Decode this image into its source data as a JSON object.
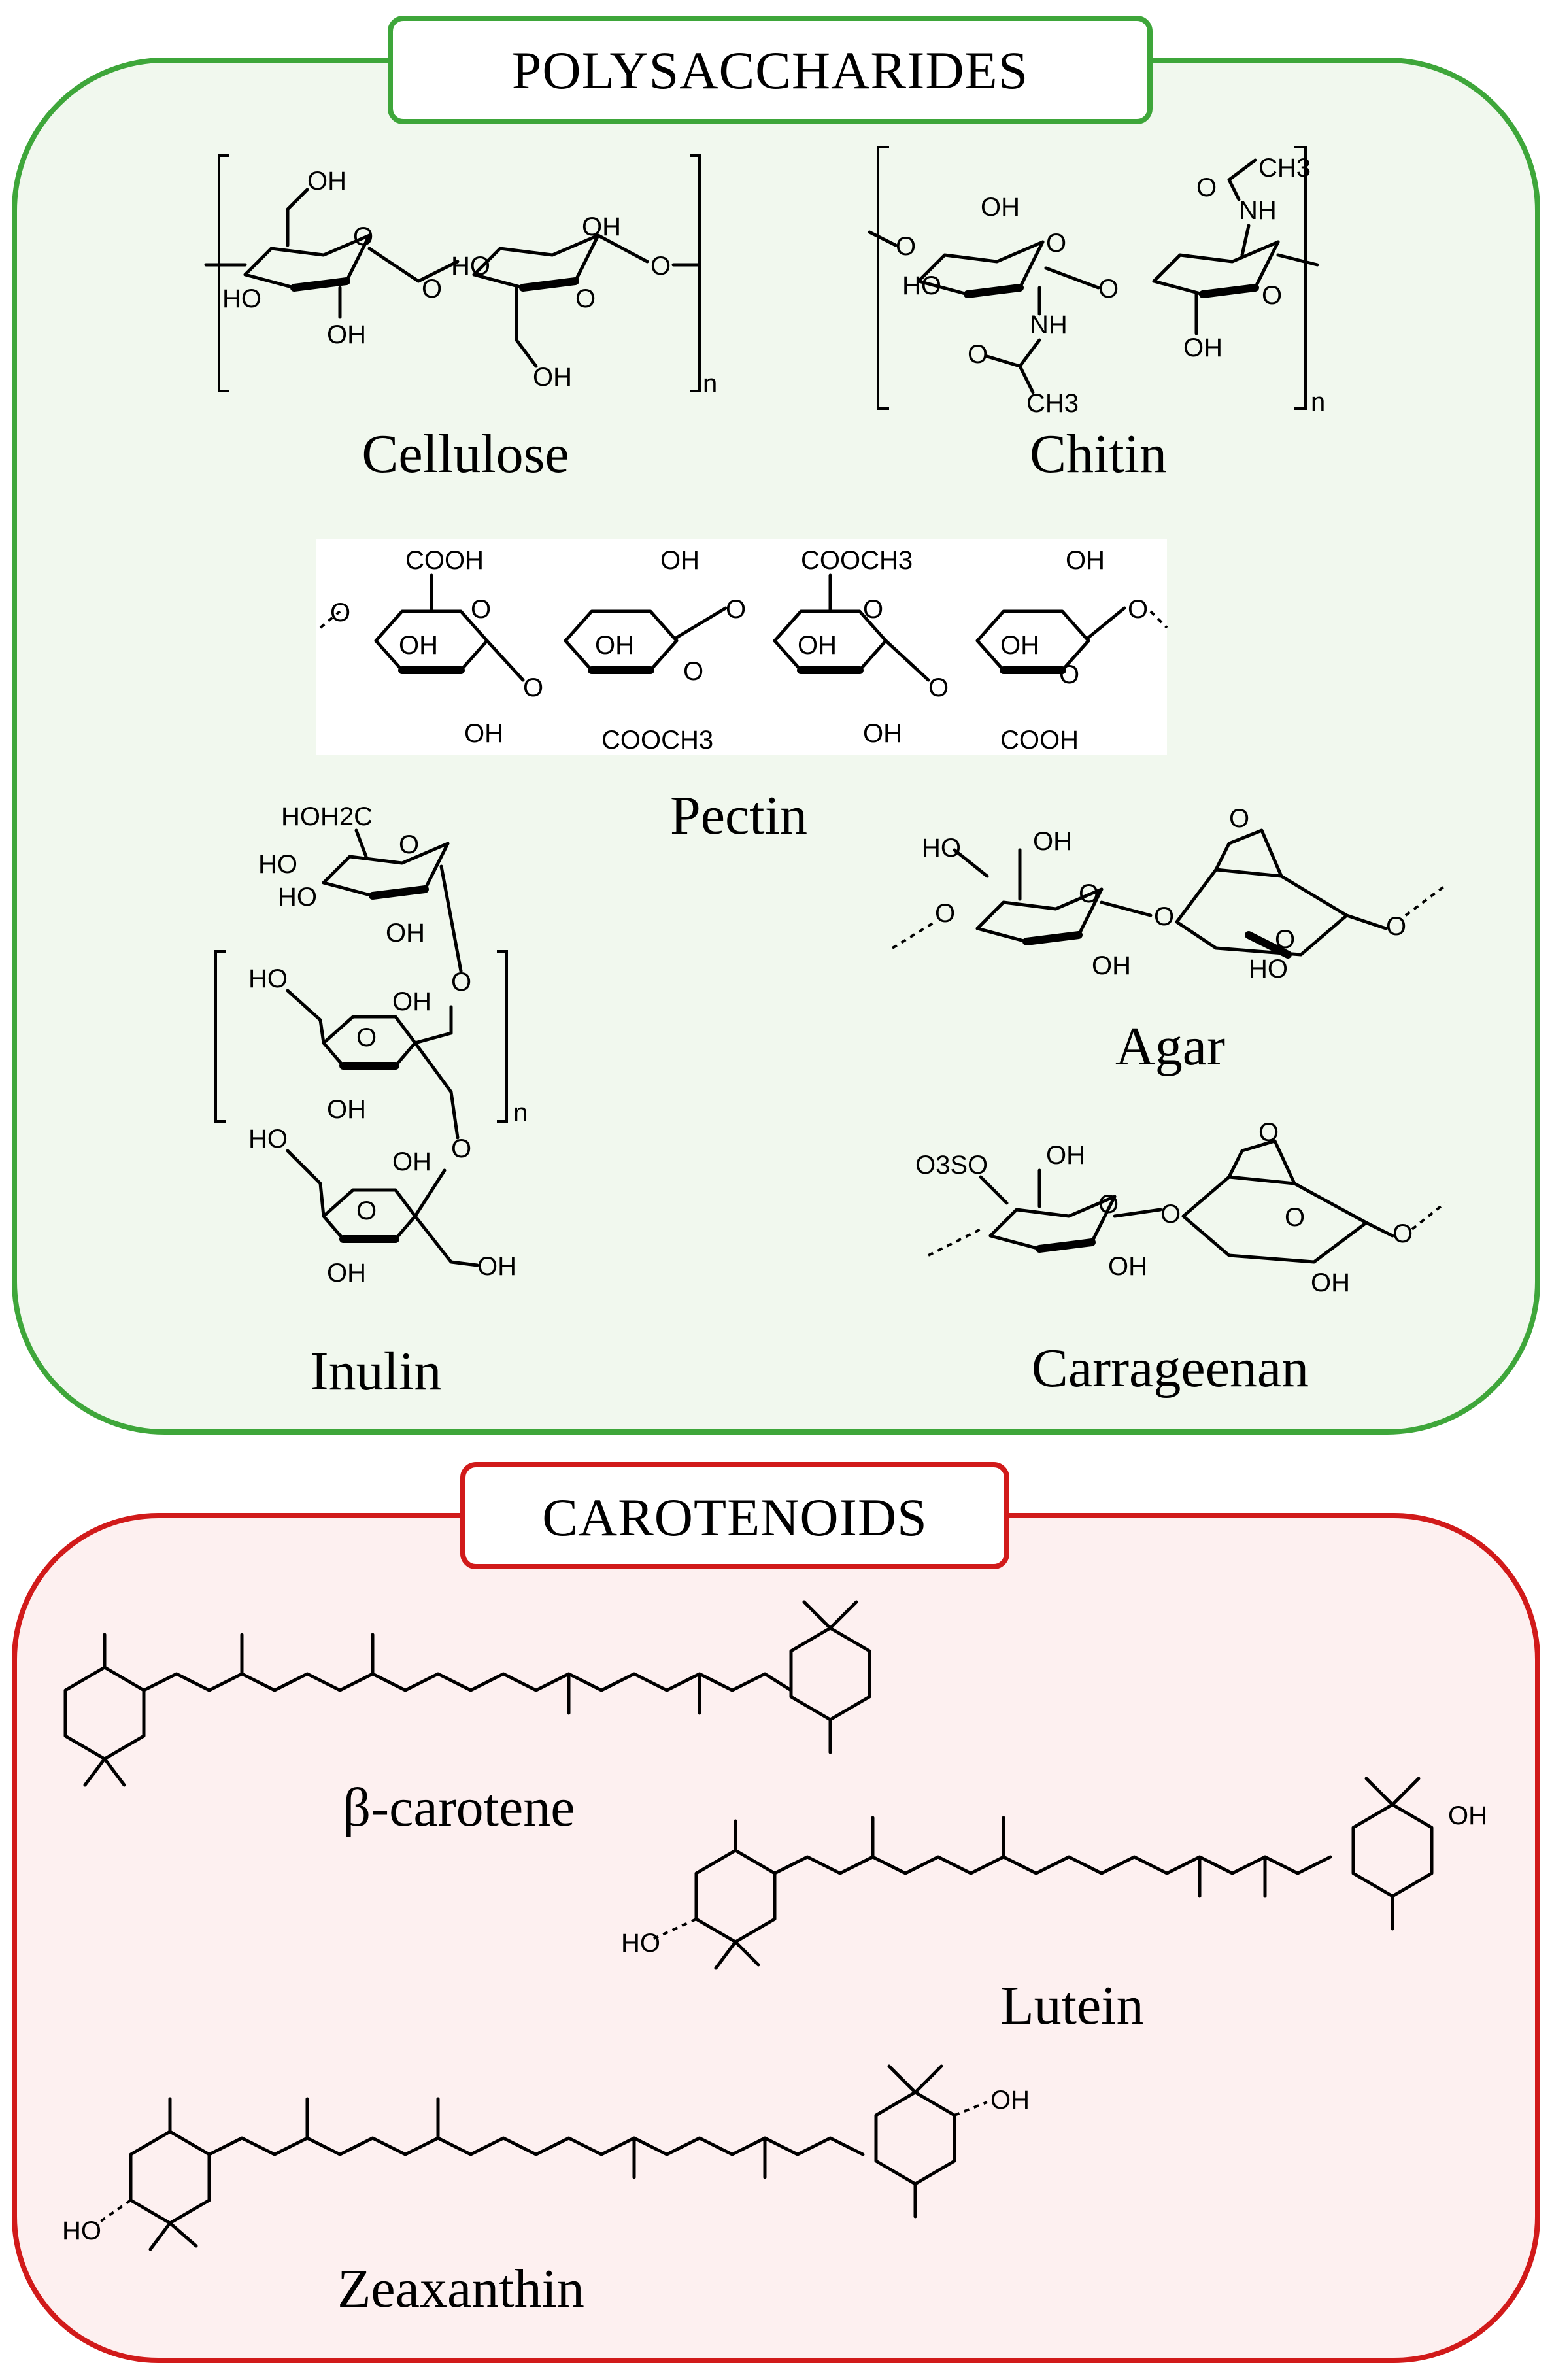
{
  "sections": {
    "polysaccharides": {
      "title": "POLYSACCHARIDES",
      "color": "#3ea63a",
      "fill": "#f1f8ee",
      "compounds": {
        "cellulose": "Cellulose",
        "chitin": "Chitin",
        "pectin": "Pectin",
        "inulin": "Inulin",
        "agar": "Agar",
        "carrageenan": "Carrageenan"
      }
    },
    "carotenoids": {
      "title": "CAROTENOIDS",
      "color": "#d11a1a",
      "fill": "#fdf0f0",
      "compounds": {
        "beta_carotene": "β-carotene",
        "lutein": "Lutein",
        "zeaxanthin": "Zeaxanthin"
      }
    }
  },
  "atom_labels": {
    "oh": "OH",
    "ho": "HO",
    "o": "O",
    "n": "n",
    "nh": "NH",
    "ch3": "CH3",
    "cooh": "COOH",
    "cooch3": "COOCH3",
    "hoh2c": "HOH2C",
    "o3so": "O3SO"
  }
}
